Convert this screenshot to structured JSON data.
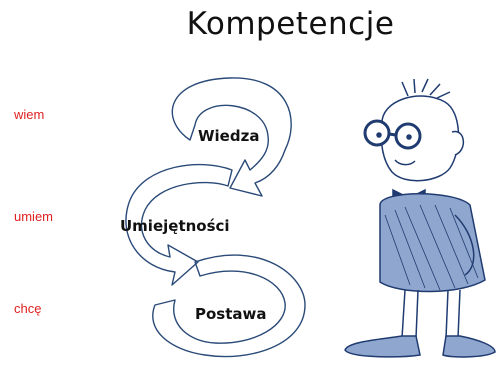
{
  "title": "Kompetencje",
  "side_labels": [
    {
      "id": "wiem",
      "text": "wiem"
    },
    {
      "id": "umiem",
      "text": "umiem"
    },
    {
      "id": "chce",
      "text": "chcę"
    }
  ],
  "cycle_labels": {
    "wiedza": "Wiedza",
    "umiejetnosci": "Umiejętności",
    "postawa": "Postawa"
  },
  "colors": {
    "side_text": "#e02020",
    "arrow_stroke": "#2a4a78",
    "figure_stroke": "#1f3b70",
    "figure_fill": "#8fa6cf"
  }
}
